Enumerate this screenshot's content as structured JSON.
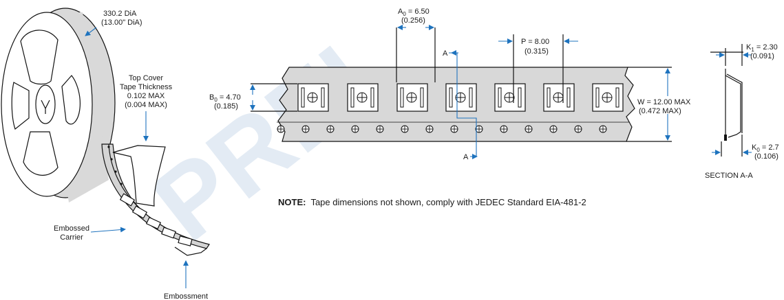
{
  "reel": {
    "diameter_mm": "330.2 DiA",
    "diameter_in": "(13.00\" DiA)"
  },
  "top_cover": {
    "line1": "Top Cover",
    "line2": "Tape Thickness",
    "line3": "0.102 MAX",
    "line4": "(0.004 MAX)"
  },
  "embossed_carrier": {
    "line1": "Embossed",
    "line2": "Carrier"
  },
  "embossment": "Embossment",
  "a0": {
    "prefix": "A",
    "sub": "0",
    "value": " = 6.50",
    "inch": "(0.256)"
  },
  "b0": {
    "prefix": "B",
    "sub": "0",
    "value": " = 4.70",
    "inch": "(0.185)"
  },
  "p": {
    "value": "P = 8.00",
    "inch": "(0.315)"
  },
  "w": {
    "value": "W = 12.00 MAX",
    "inch": "(0.472 MAX)"
  },
  "k1": {
    "prefix": "K",
    "sub": "1",
    "value": " = 2.30",
    "inch": "(0.091)"
  },
  "k0": {
    "prefix": "K",
    "sub": "0",
    "value": " = 2.7",
    "inch": "(0.106)"
  },
  "section_marker_top": "A",
  "section_marker_bottom": "A",
  "section_label": "SECTION A-A",
  "note": {
    "bold": "NOTE:",
    "text": "  Tape dimensions not shown, comply with JEDEC Standard EIA-481-2"
  },
  "watermark": "PREL",
  "colors": {
    "dimension": "#1e73be",
    "tape_fill": "#d4d4d4",
    "watermark": "#e3ebf4"
  }
}
